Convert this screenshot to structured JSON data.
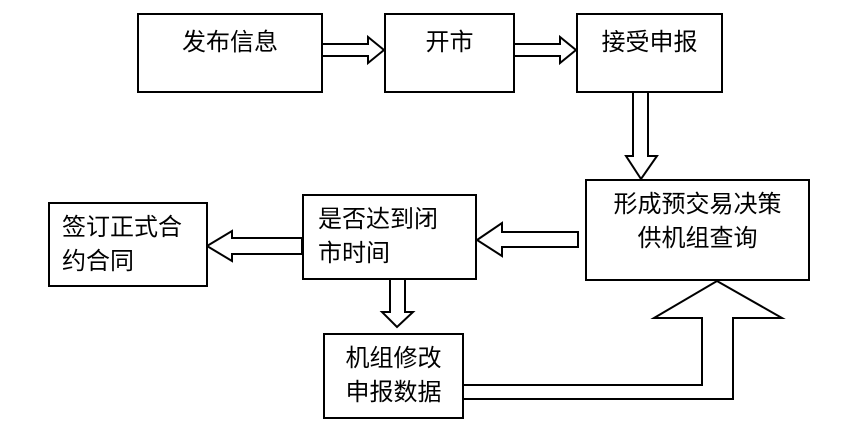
{
  "diagram": {
    "type": "flowchart",
    "colors": {
      "stroke": "#000000",
      "fill": "#ffffff",
      "text": "#000000"
    },
    "nodes": [
      {
        "id": "publish",
        "label": "发布信息"
      },
      {
        "id": "open",
        "label": "开市"
      },
      {
        "id": "accept",
        "label": "接受申报"
      },
      {
        "id": "decision",
        "label": "形成预交易决策\n供机组查询"
      },
      {
        "id": "closetime",
        "label": "是否达到闭\n市时间"
      },
      {
        "id": "contract",
        "label": "签订正式合\n约合同"
      },
      {
        "id": "modify",
        "label": "机组修改\n申报数据"
      }
    ],
    "edges": [
      {
        "from": "publish",
        "to": "open",
        "style": "hollow-block-arrow"
      },
      {
        "from": "open",
        "to": "accept",
        "style": "hollow-block-arrow"
      },
      {
        "from": "accept",
        "to": "decision",
        "style": "hollow-block-arrow"
      },
      {
        "from": "decision",
        "to": "closetime",
        "style": "hollow-block-arrow"
      },
      {
        "from": "closetime",
        "to": "contract",
        "style": "hollow-block-arrow"
      },
      {
        "from": "closetime",
        "to": "modify",
        "style": "hollow-block-arrow"
      },
      {
        "from": "modify",
        "to": "decision",
        "style": "hollow-bent-block-arrow"
      }
    ]
  }
}
